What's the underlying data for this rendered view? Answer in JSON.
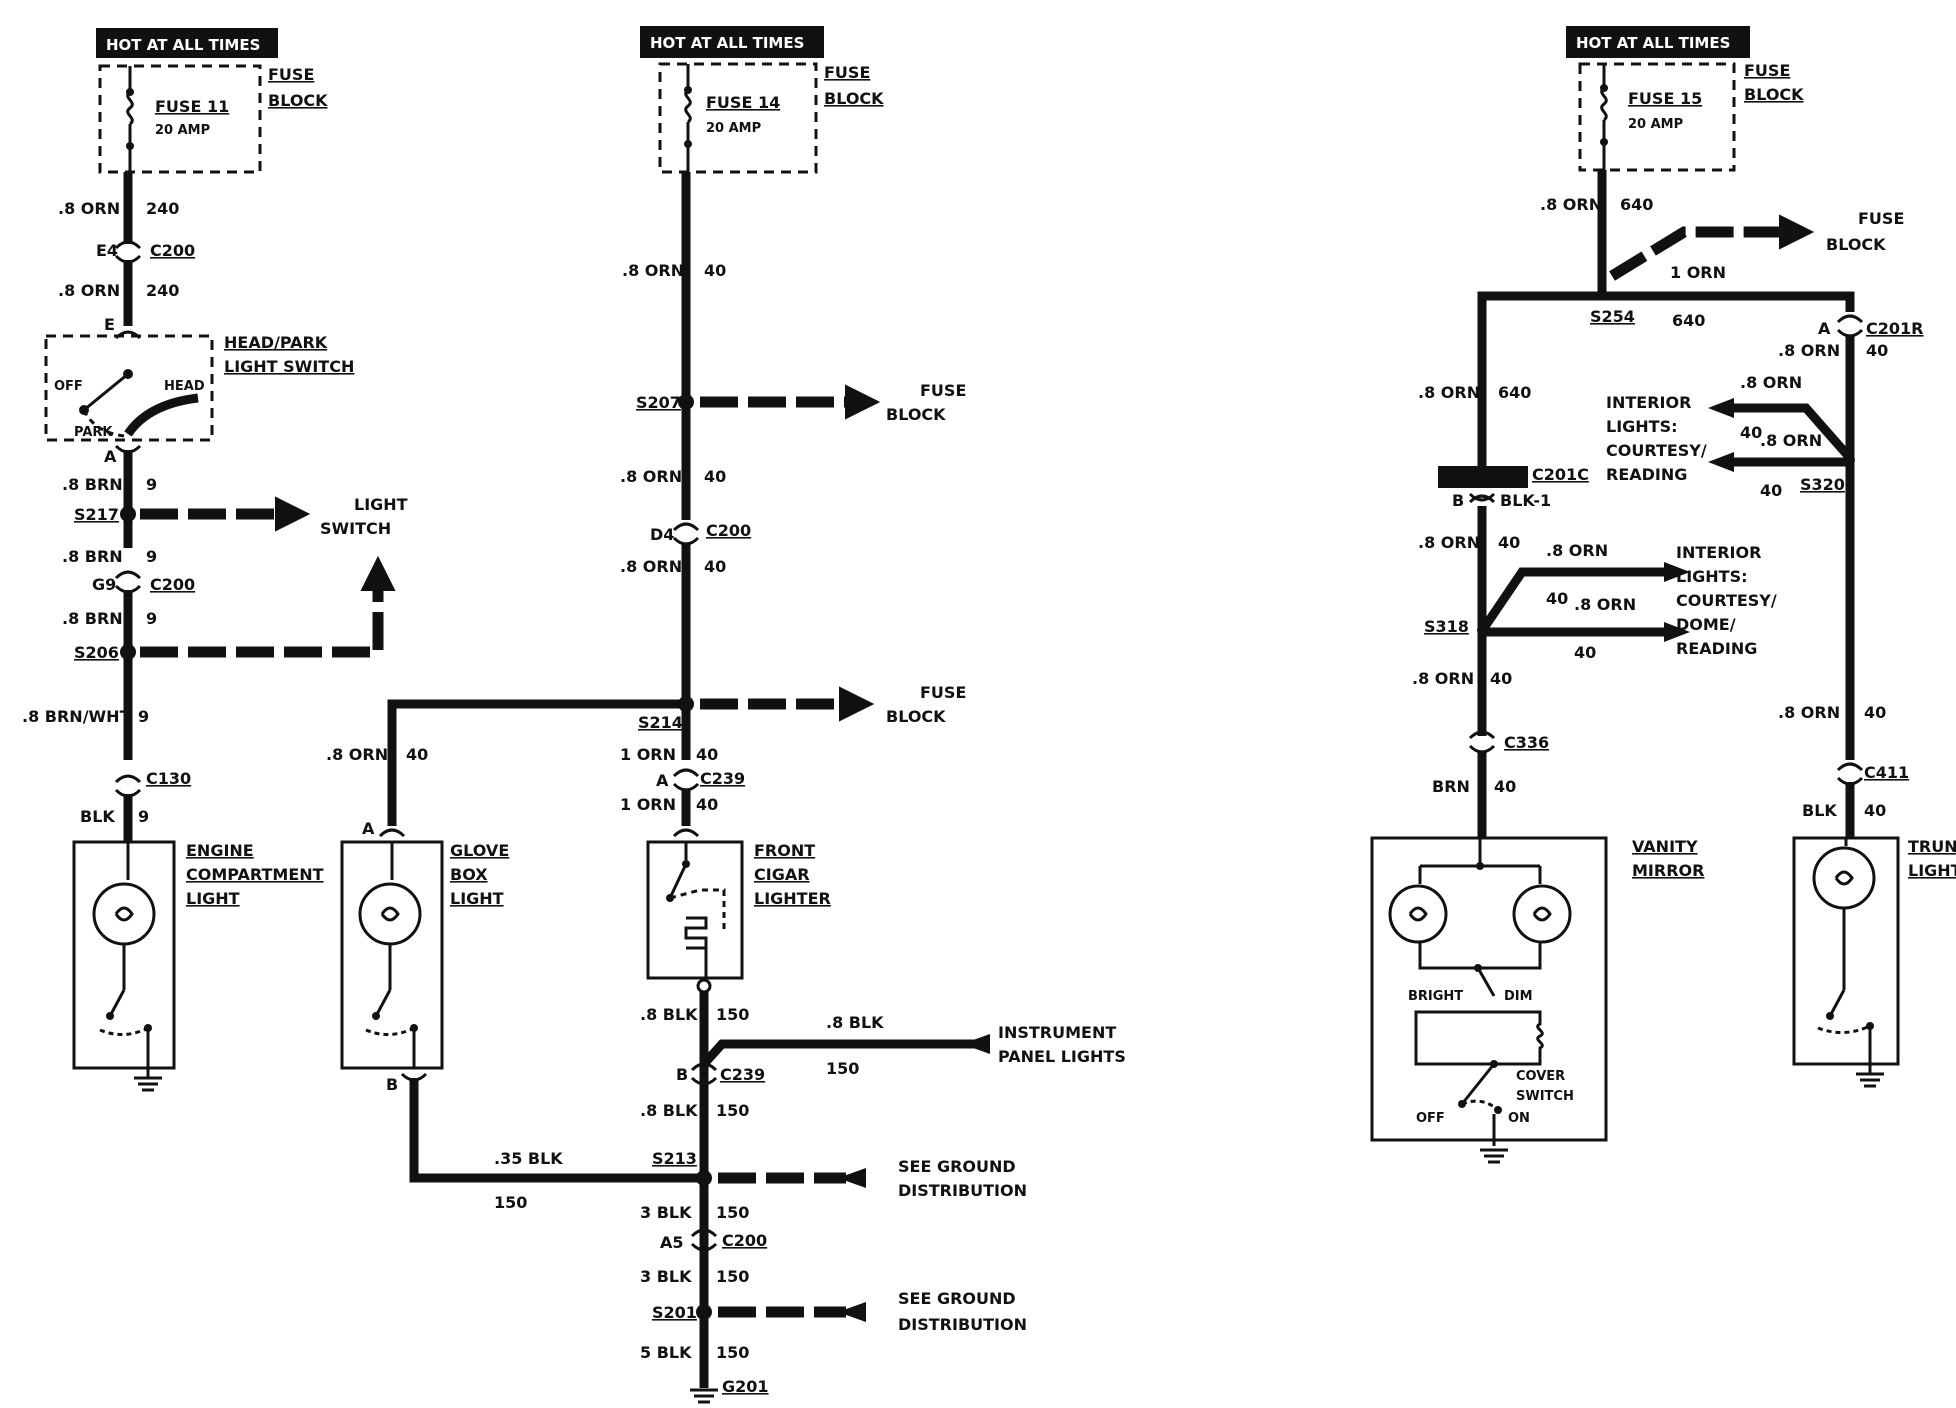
{
  "header": {
    "hot1": "HOT AT ALL TIMES",
    "hot2": "HOT AT ALL TIMES",
    "hot3": "HOT AT ALL TIMES"
  },
  "fuses": {
    "f11": {
      "name": "FUSE 11",
      "rating": "20 AMP",
      "block1": "FUSE",
      "block2": "BLOCK"
    },
    "f14": {
      "name": "FUSE 14",
      "rating": "20 AMP",
      "block1": "FUSE",
      "block2": "BLOCK"
    },
    "f15": {
      "name": "FUSE 15",
      "rating": "20 AMP",
      "block1": "FUSE",
      "block2": "BLOCK"
    }
  },
  "left": {
    "w1a": ".8 ORN",
    "w1b": "240",
    "e4": "E4",
    "c200a": "C200",
    "w2a": ".8 ORN",
    "w2b": "240",
    "e": "E",
    "sw1": "HEAD/PARK",
    "sw2": "LIGHT SWITCH",
    "off": "OFF",
    "head": "HEAD",
    "park": "PARK",
    "a": "A",
    "w3a": ".8 BRN",
    "w3b": "9",
    "s217": "S217",
    "ls1": "LIGHT",
    "ls2": "SWITCH",
    "w4a": ".8 BRN",
    "w4b": "9",
    "g9": "G9",
    "c200b": "C200",
    "w5a": ".8 BRN",
    "w5b": "9",
    "s206": "S206",
    "w6a": ".8 BRN/WHT",
    "w6b": "9",
    "c130": "C130",
    "w7a": "BLK",
    "w7b": "9",
    "eng1": "ENGINE",
    "eng2": "COMPARTMENT",
    "eng3": "LIGHT"
  },
  "middle": {
    "w1a": ".8 ORN",
    "w1b": "40",
    "s207": "S207",
    "fb1": "FUSE",
    "fb2": "BLOCK",
    "w2a": ".8 ORN",
    "w2b": "40",
    "d4": "D4",
    "c200a": "C200",
    "w3a": ".8 ORN",
    "w3b": "40",
    "fb3": "FUSE",
    "fb4": "BLOCK",
    "s214": "S214",
    "gw1a": ".8 ORN",
    "gw1b": "40",
    "ga": "A",
    "gl1": "GLOVE",
    "gl2": "BOX",
    "gl3": "LIGHT",
    "gb": "B",
    "w4a": "1 ORN",
    "w4b": "40",
    "a": "A",
    "c239a": "C239",
    "w5a": "1 ORN",
    "w5b": "40",
    "cl1": "FRONT",
    "cl2": "CIGAR",
    "cl3": "LIGHTER",
    "w6a": ".8 BLK",
    "w6b": "150",
    "ip1": ".8 BLK",
    "ip2": "150",
    "ipl1": "INSTRUMENT",
    "ipl2": "PANEL LIGHTS",
    "b": "B",
    "c239b": "C239",
    "w7a": ".8 BLK",
    "w7b": "150",
    "gbw1": ".35 BLK",
    "gbw2": "150",
    "s213": "S213",
    "sg1a": "SEE GROUND",
    "sg1b": "DISTRIBUTION",
    "w8a": "3 BLK",
    "w8b": "150",
    "a5": "A5",
    "c200b": "C200",
    "w9a": "3 BLK",
    "w9b": "150",
    "s201": "S201",
    "sg2a": "SEE GROUND",
    "sg2b": "DISTRIBUTION",
    "w10a": "5 BLK",
    "w10b": "150",
    "g201": "G201"
  },
  "right": {
    "w1a": ".8 ORN",
    "w1b": "640",
    "fb1": "FUSE",
    "fb2": "BLOCK",
    "w1c": "1 ORN",
    "s254": "S254",
    "w1d": "640",
    "a": "A",
    "c201r": "C201R",
    "w2a": ".8 ORN",
    "w2b": "40",
    "w3a": ".8 ORN",
    "w3b": "640",
    "il1": "INTERIOR",
    "il2": "LIGHTS:",
    "il3": "COURTESY/",
    "il4": "READING",
    "b1": ".8 ORN",
    "b2": "40",
    "b3": ".8 ORN",
    "b4": "40",
    "s320": "S320",
    "c201c": "C201C",
    "b": "B",
    "blk1": "BLK-1",
    "w4a": ".8 ORN",
    "w4b": "40",
    "d1": ".8 ORN",
    "d2": "40",
    "d3": ".8 ORN",
    "d4": "40",
    "il5": "INTERIOR",
    "il6": "LIGHTS:",
    "il7": "COURTESY/",
    "il8": "DOME/",
    "il9": "READING",
    "s318": "S318",
    "w5a": ".8 ORN",
    "w5b": "40",
    "c336": "C336",
    "w6a": "BRN",
    "w6b": "40",
    "vm1": "VANITY",
    "vm2": "MIRROR",
    "bright": "BRIGHT",
    "dim": "DIM",
    "cov1": "COVER",
    "cov2": "SWITCH",
    "off": "OFF",
    "on": "ON",
    "w7a": ".8 ORN",
    "w7b": "40",
    "c411": "C411",
    "w8a": "BLK",
    "w8b": "40",
    "tl1": "TRUNK",
    "tl2": "LIGHT"
  }
}
